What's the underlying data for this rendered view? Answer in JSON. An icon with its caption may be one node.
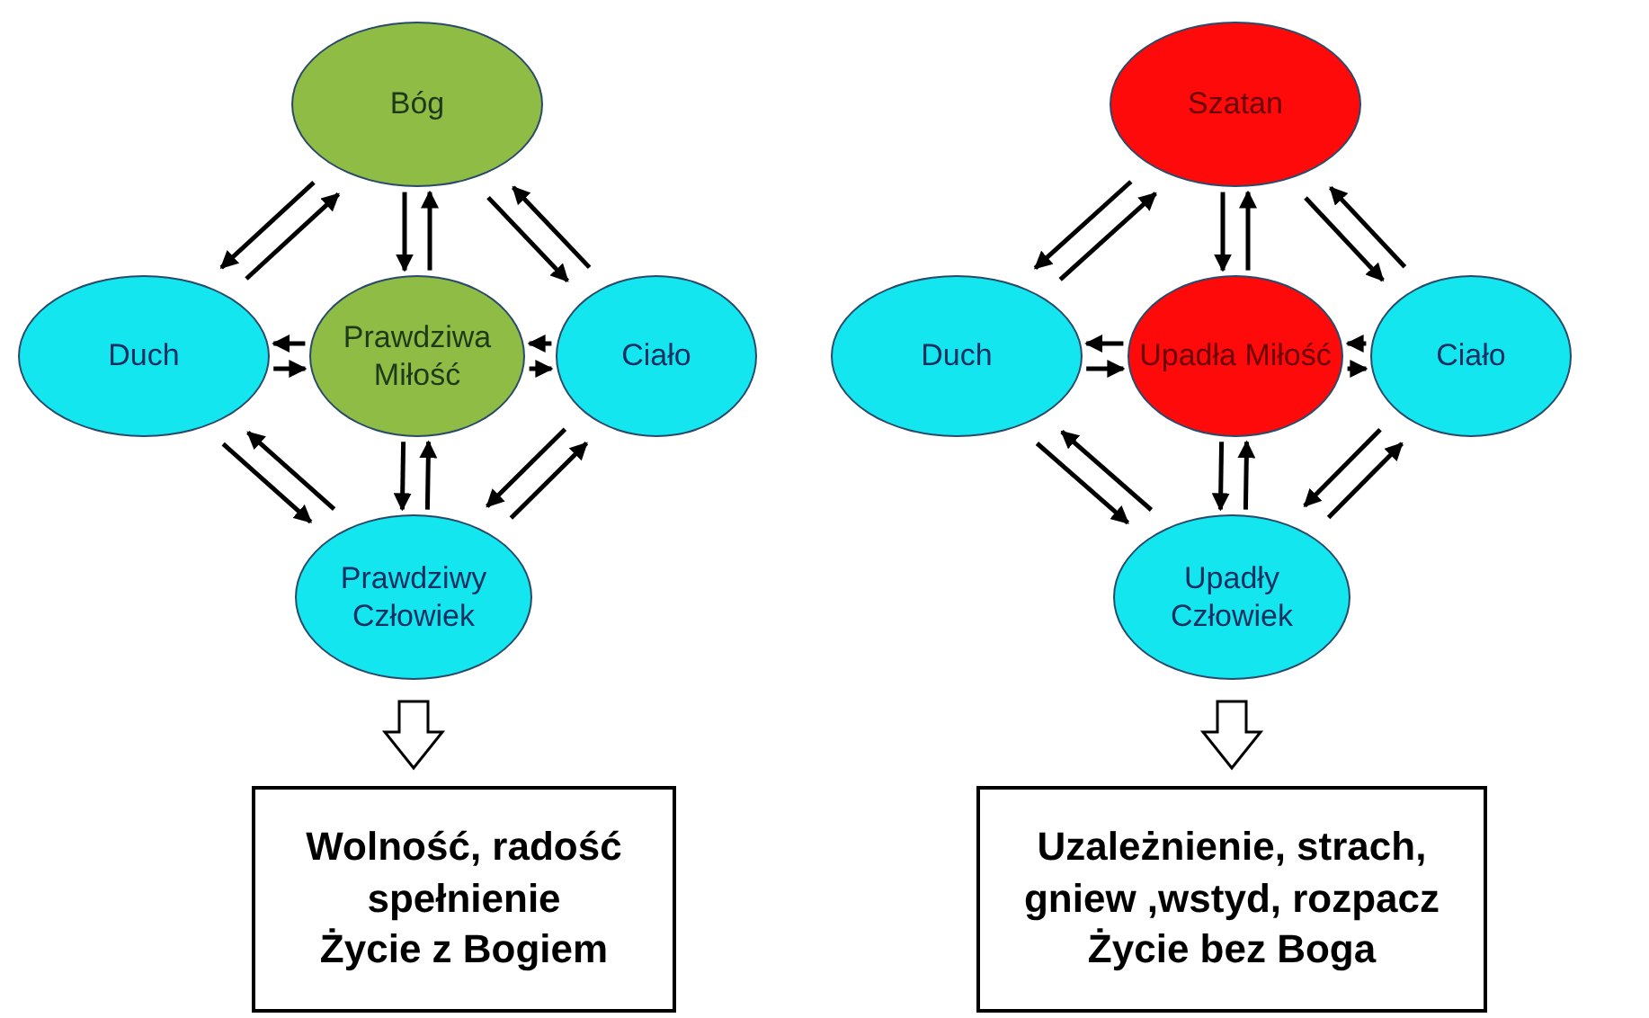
{
  "diagram": {
    "nodes": [
      {
        "text": [
          "Bóg"
        ]
      },
      {
        "text": [
          "Duch"
        ]
      },
      {
        "text": [
          "Prawdziwa Miłość"
        ]
      },
      {
        "text": [
          "Ciało"
        ]
      },
      {
        "text": [
          "Prawdziwy Człowiek"
        ]
      },
      {
        "text": [
          "Wolność, radość spełnienie",
          "Życie z Bogiem"
        ]
      },
      {
        "text": [
          "Szatan"
        ]
      },
      {
        "text": [
          "Duch"
        ]
      },
      {
        "text": [
          "Upadła Miłość"
        ]
      },
      {
        "text": [
          "Ciało"
        ]
      },
      {
        "text": [
          "Upadły Człowiek"
        ]
      },
      {
        "text": [
          "Uzależnienie, strach, gniew ,wstyd, rozpacz",
          "Życie bez Boga"
        ]
      }
    ],
    "edges": [
      {
        "from": 1,
        "to": 0,
        "arrow": "to"
      },
      {
        "from": 0,
        "to": 1,
        "arrow": "to"
      },
      {
        "from": 0,
        "to": 3,
        "arrow": "to"
      },
      {
        "from": 3,
        "to": 0,
        "arrow": "to"
      },
      {
        "from": 1,
        "to": 4,
        "arrow": "to"
      },
      {
        "from": 4,
        "to": 1,
        "arrow": "to"
      },
      {
        "from": 4,
        "to": 3,
        "arrow": "to"
      },
      {
        "from": 3,
        "to": 4,
        "arrow": "to"
      },
      {
        "from": 2,
        "to": 0,
        "arrow": "to"
      },
      {
        "from": 0,
        "to": 2,
        "arrow": "to"
      },
      {
        "from": 2,
        "to": 1,
        "arrow": "to"
      },
      {
        "from": 1,
        "to": 2,
        "arrow": "to"
      },
      {
        "from": 2,
        "to": 3,
        "arrow": "to"
      },
      {
        "from": 3,
        "to": 2,
        "arrow": "to"
      },
      {
        "from": 2,
        "to": 4,
        "arrow": "to"
      },
      {
        "from": 4,
        "to": 2,
        "arrow": "to"
      },
      {
        "from": 4,
        "to": 5,
        "arrow": "to",
        "style": "thick"
      },
      {
        "from": 7,
        "to": 6,
        "arrow": "to"
      },
      {
        "from": 6,
        "to": 7,
        "arrow": "to"
      },
      {
        "from": 6,
        "to": 9,
        "arrow": "to"
      },
      {
        "from": 9,
        "to": 6,
        "arrow": "to"
      },
      {
        "from": 7,
        "to": 10,
        "arrow": "to"
      },
      {
        "from": 10,
        "to": 7,
        "arrow": "to"
      },
      {
        "from": 10,
        "to": 9,
        "arrow": "to"
      },
      {
        "from": 9,
        "to": 10,
        "arrow": "to"
      },
      {
        "from": 8,
        "to": 6,
        "arrow": "to"
      },
      {
        "from": 6,
        "to": 8,
        "arrow": "to"
      },
      {
        "from": 8,
        "to": 7,
        "arrow": "to"
      },
      {
        "from": 7,
        "to": 8,
        "arrow": "to"
      },
      {
        "from": 8,
        "to": 9,
        "arrow": "to"
      },
      {
        "from": 9,
        "to": 8,
        "arrow": "to"
      },
      {
        "from": 8,
        "to": 10,
        "arrow": "to"
      },
      {
        "from": 10,
        "to": 8,
        "arrow": "to"
      },
      {
        "from": 10,
        "to": 11,
        "arrow": "to",
        "style": "thick"
      }
    ]
  }
}
